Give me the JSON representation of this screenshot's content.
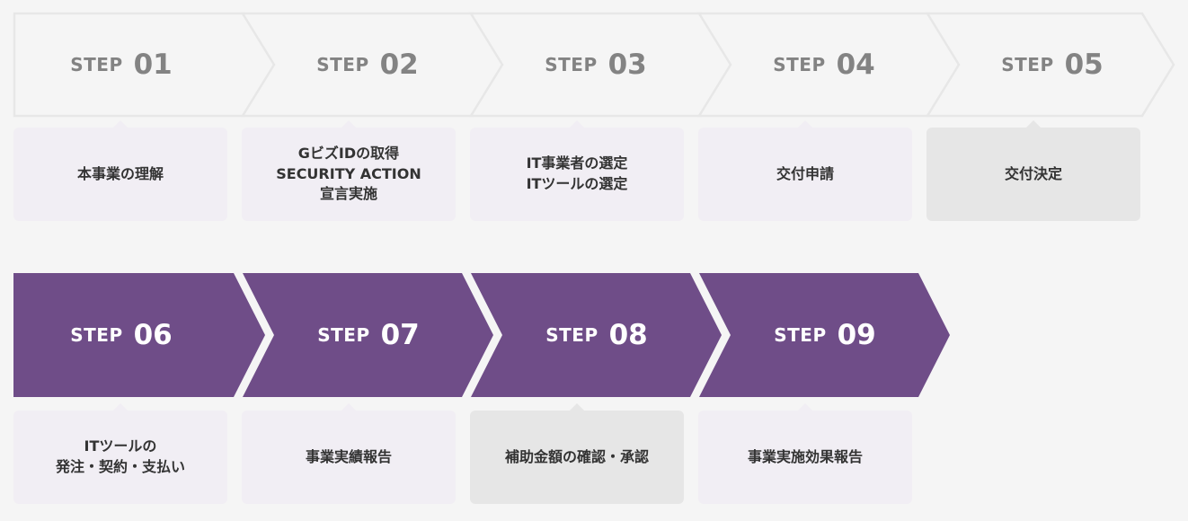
{
  "colors": {
    "accent": "#6f4d88",
    "chevron_outline": "#e7e7e7",
    "card_pink": "#f1eef4",
    "card_gray": "#e6e6e6",
    "light_step_text": "#838383",
    "card_text": "#333333"
  },
  "steps": [
    {
      "label": "STEP",
      "number": "01",
      "desc": [
        "本事業の理解"
      ]
    },
    {
      "label": "STEP",
      "number": "02",
      "desc": [
        "GビズIDの取得",
        "SECURITY ACTION",
        "宣言実施"
      ]
    },
    {
      "label": "STEP",
      "number": "03",
      "desc": [
        "IT事業者の選定",
        "ITツールの選定"
      ]
    },
    {
      "label": "STEP",
      "number": "04",
      "desc": [
        "交付申請"
      ]
    },
    {
      "label": "STEP",
      "number": "05",
      "desc": [
        "交付決定"
      ]
    },
    {
      "label": "STEP",
      "number": "06",
      "desc": [
        "ITツールの",
        "発注・契約・支払い"
      ]
    },
    {
      "label": "STEP",
      "number": "07",
      "desc": [
        "事業実績報告"
      ]
    },
    {
      "label": "STEP",
      "number": "08",
      "desc": [
        "補助金額の確認・承認"
      ]
    },
    {
      "label": "STEP",
      "number": "09",
      "desc": [
        "事業実施効果報告"
      ]
    }
  ]
}
